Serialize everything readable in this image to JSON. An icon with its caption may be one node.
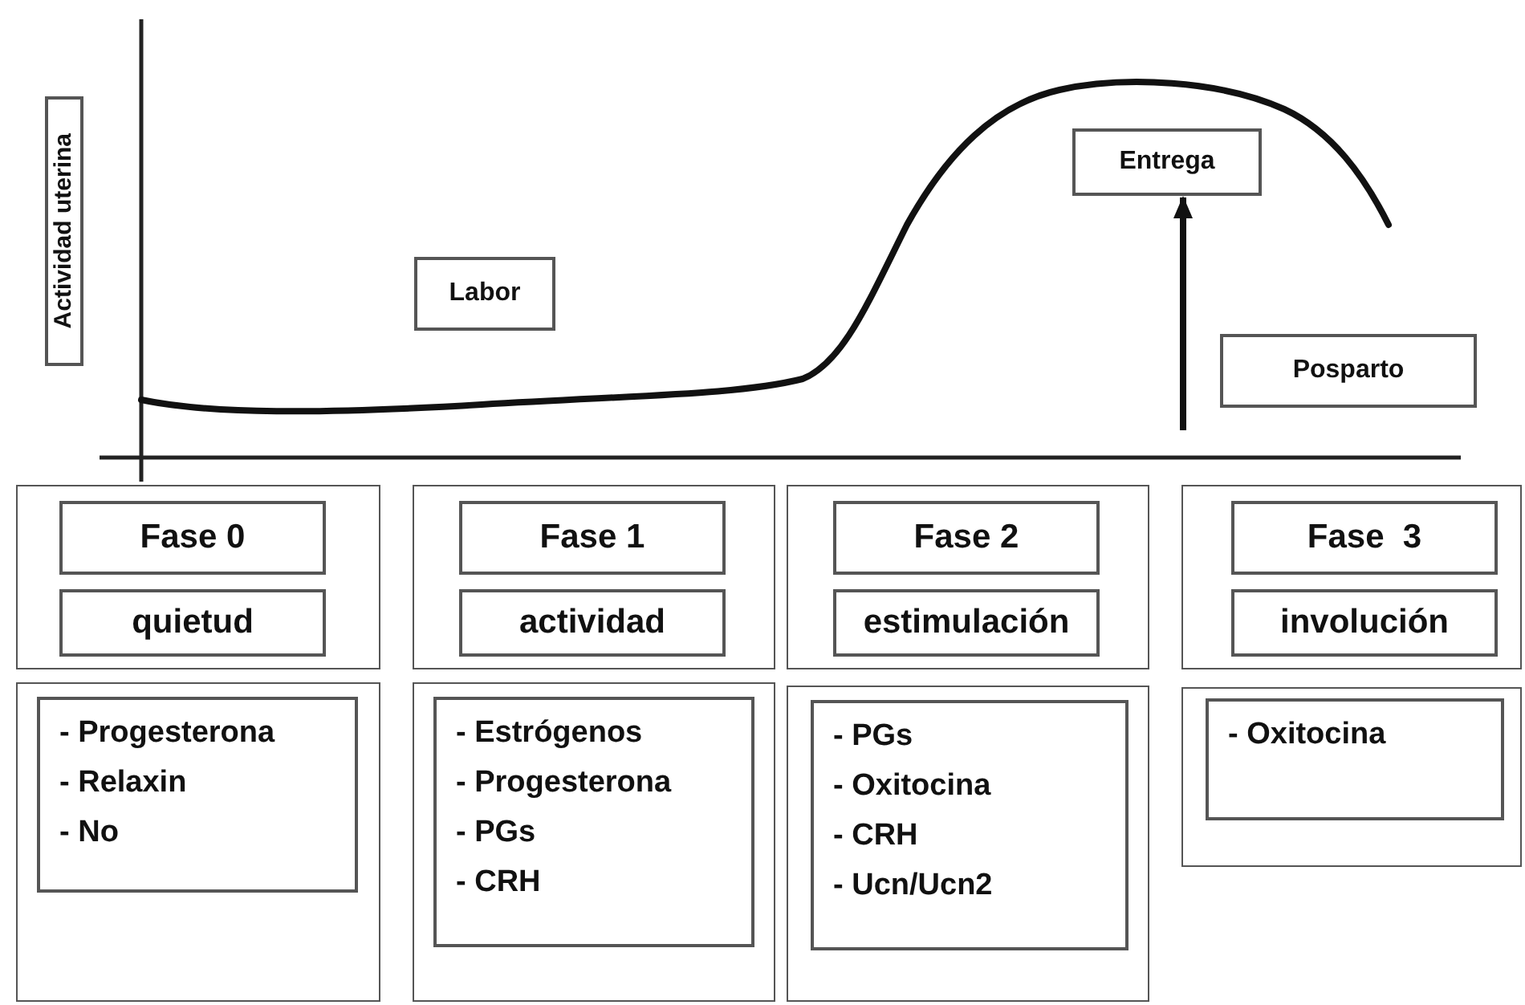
{
  "diagram": {
    "nodes": [
      {
        "text": [
          "Actividad uterina"
        ]
      },
      {
        "text": [
          "Labor"
        ]
      },
      {
        "text": [
          "Entrega"
        ]
      },
      {
        "text": [
          "Posparto"
        ]
      },
      {
        "text": [],
        "shape": "box"
      },
      {
        "text": [
          "Fase 0"
        ],
        "in": 4
      },
      {
        "text": [
          "quietud"
        ],
        "in": 4
      },
      {
        "text": [],
        "shape": "box"
      },
      {
        "text": [
          "Fase 1"
        ],
        "in": 7
      },
      {
        "text": [
          "actividad"
        ],
        "in": 7
      },
      {
        "text": [],
        "shape": "box"
      },
      {
        "text": [
          "Fase 2"
        ],
        "in": 10
      },
      {
        "text": [
          "estimulación"
        ],
        "in": 10
      },
      {
        "text": [],
        "shape": "box"
      },
      {
        "text": [
          "Fase  3"
        ],
        "in": 13
      },
      {
        "text": [
          "involución"
        ],
        "in": 13
      },
      {
        "text": [],
        "shape": "box"
      },
      {
        "text": [
          "- Progesterona",
          "- Relaxin",
          "- No"
        ],
        "in": 16
      },
      {
        "text": [],
        "shape": "box"
      },
      {
        "text": [
          "- Estrógenos",
          "- Progesterona",
          "- PGs",
          "- CRH"
        ],
        "in": 18
      },
      {
        "text": [],
        "shape": "box"
      },
      {
        "text": [
          "- PGs",
          "- Oxitocina",
          "- CRH",
          "- Ucn/Ucn2"
        ],
        "in": 20
      },
      {
        "text": [],
        "shape": "box"
      },
      {
        "text": [
          "- Oxitocina"
        ],
        "in": 22
      }
    ],
    "edges": [
      {
        "from": null,
        "to": 2,
        "arrow": "to"
      }
    ]
  }
}
